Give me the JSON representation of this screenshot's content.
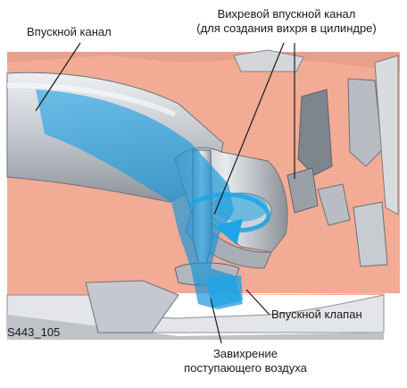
{
  "diagram": {
    "labels": {
      "intake_port": "Впускной канал",
      "swirl_port_line1": "Вихревой впускной канал",
      "swirl_port_line2": "(для создания вихря в цилиндре)",
      "intake_valve": "Впускной клапан",
      "swirl_line1": "Завихрение",
      "swirl_line2": "поступающего воздуха",
      "figure_code": "S443_105"
    },
    "colors": {
      "background": "#ffffff",
      "casting": "#f2ab95",
      "port_metal": "#c9ccd2",
      "air_flow": "#1ea5e6",
      "leader_line": "#1a1a1a"
    }
  }
}
